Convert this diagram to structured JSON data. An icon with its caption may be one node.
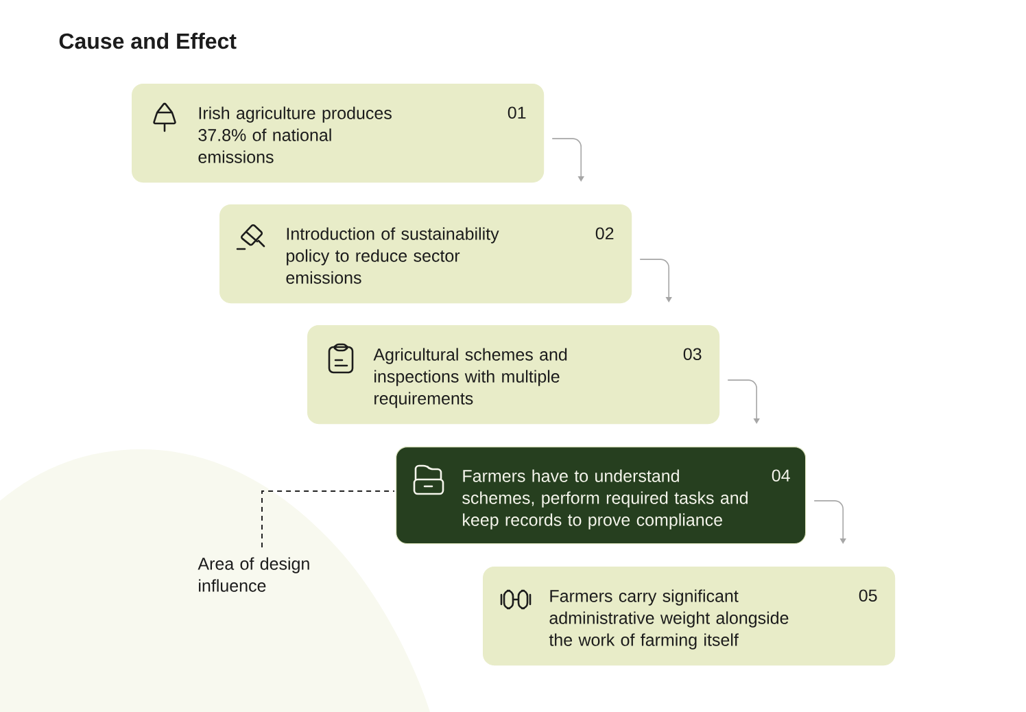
{
  "diagram": {
    "title": "Cause and Effect",
    "nodes": [
      {
        "text": [
          "Irish agriculture produces 37.8% of national emissions",
          "01"
        ]
      },
      {
        "text": [
          "Introduction of sustainability policy to reduce sector emissions",
          "02"
        ]
      },
      {
        "text": [
          "Agricultural schemes and inspections with multiple requirements",
          "03"
        ]
      },
      {
        "text": [
          "Farmers have to understand schemes, perform required tasks and keep records to prove compliance",
          "04"
        ]
      },
      {
        "text": [
          "Farmers carry significant administrative weight alongside the work of farming itself",
          "05"
        ]
      },
      {
        "text": [
          "Area of design influence"
        ]
      }
    ],
    "edges": [
      {
        "from": 0,
        "to": 1,
        "arrow": "to"
      },
      {
        "from": 1,
        "to": 2,
        "arrow": "to"
      },
      {
        "from": 2,
        "to": 3,
        "arrow": "to"
      },
      {
        "from": 3,
        "to": 4,
        "arrow": "to"
      },
      {
        "from": 5,
        "to": 3,
        "arrow": "none",
        "style": "dashed",
        "color": "#222222"
      }
    ]
  }
}
